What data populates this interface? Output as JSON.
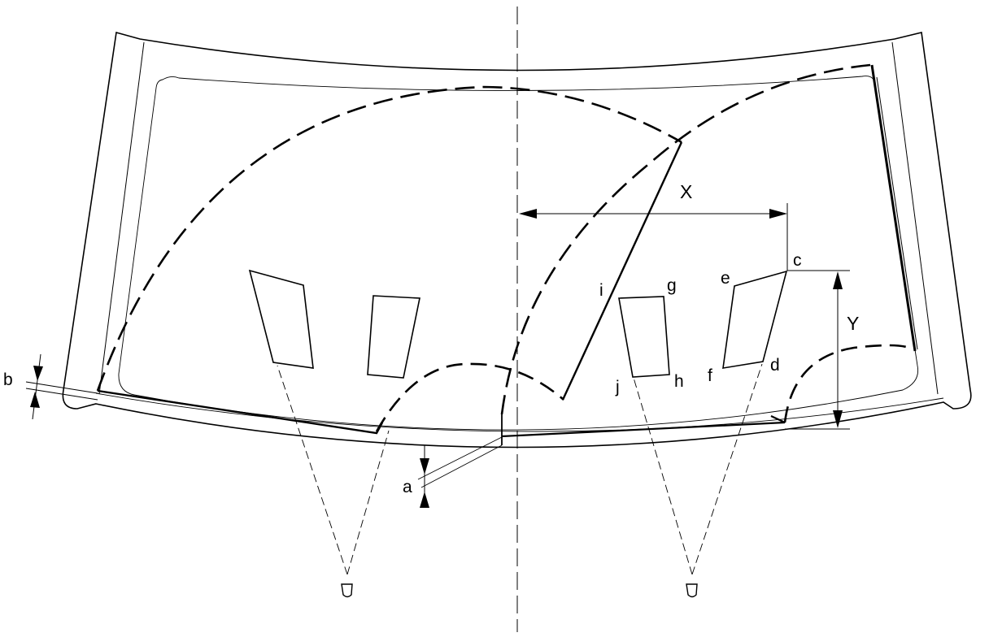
{
  "labels": {
    "dim_x": "X",
    "dim_y": "Y",
    "dim_a": "a",
    "dim_b": "b",
    "point_c": "c",
    "point_d": "d",
    "point_e": "e",
    "point_f": "f",
    "point_g": "g",
    "point_h": "h",
    "point_i": "i",
    "point_j": "j"
  },
  "colors": {
    "stroke": "#000000",
    "background": "#ffffff"
  }
}
